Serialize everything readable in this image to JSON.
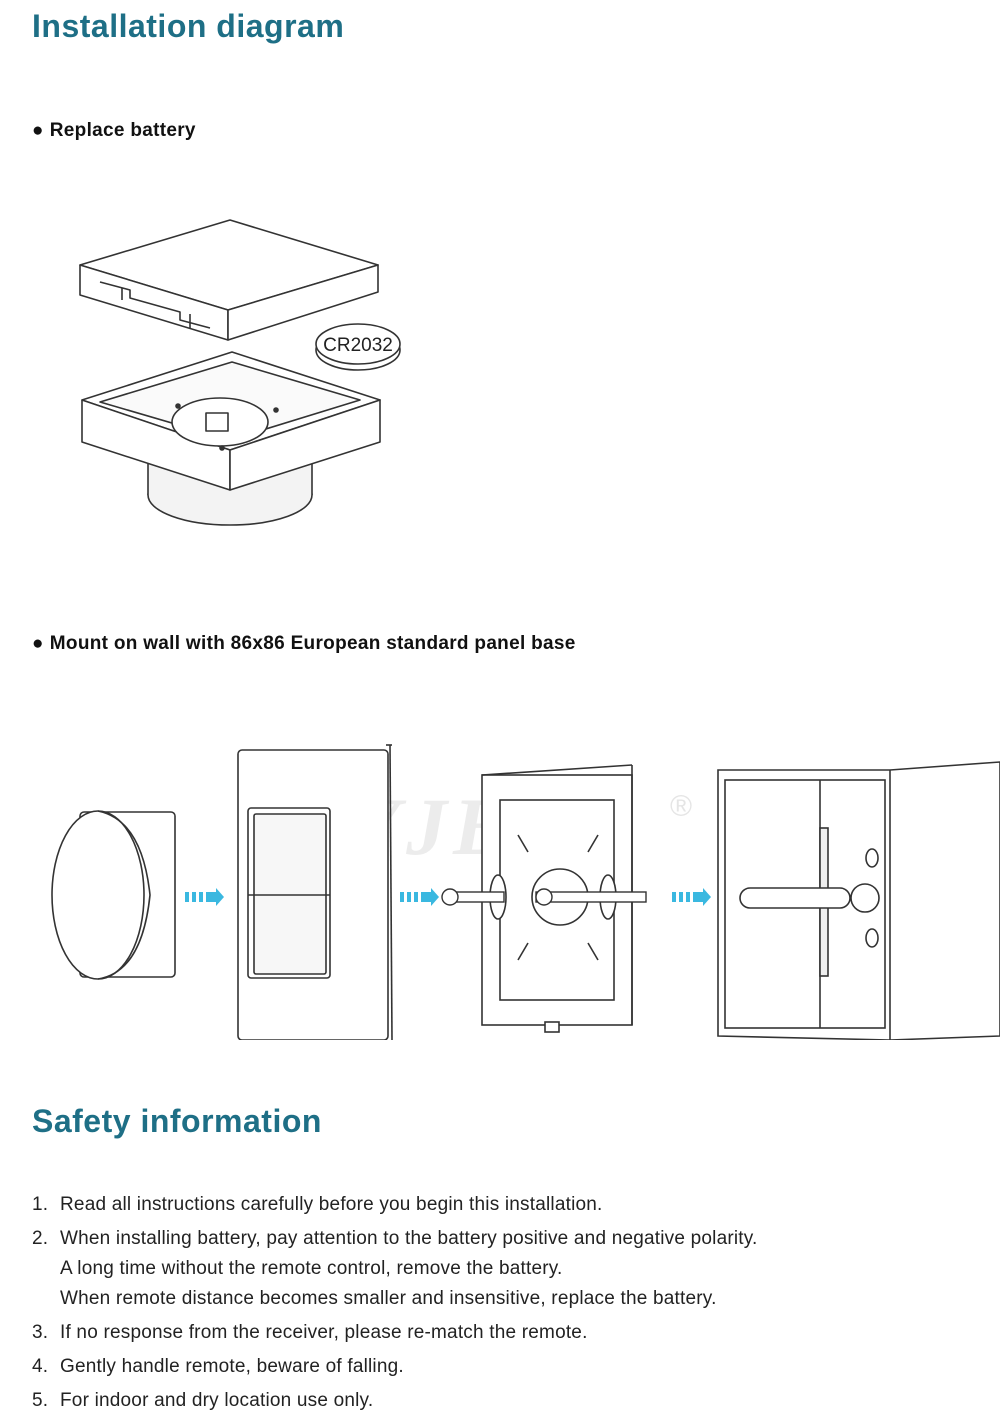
{
  "installation": {
    "title": "Installation diagram",
    "replace_battery": {
      "bullet": "●",
      "label": "Replace battery",
      "battery_label": "CR2032"
    },
    "mount": {
      "bullet": "●",
      "label": "Mount on wall with 86x86 European standard panel base",
      "watermark": "YJBCO",
      "registered_mark": "®"
    }
  },
  "safety": {
    "title": "Safety information",
    "items": [
      {
        "num": "1.",
        "lines": [
          "Read all instructions carefully before you begin this installation."
        ]
      },
      {
        "num": "2.",
        "lines": [
          "When installing battery, pay attention to the battery positive and negative polarity.",
          "A long time without the remote control, remove the battery.",
          "When remote distance becomes smaller and insensitive, replace the battery."
        ]
      },
      {
        "num": "3.",
        "lines": [
          "If no response from the receiver, please re-match the remote."
        ]
      },
      {
        "num": "4.",
        "lines": [
          "Gently handle remote, beware of falling."
        ]
      },
      {
        "num": "5.",
        "lines": [
          "For indoor and dry location use only."
        ]
      }
    ]
  },
  "colors": {
    "heading": "#1e6f86",
    "arrow": "#3ab8e0"
  }
}
